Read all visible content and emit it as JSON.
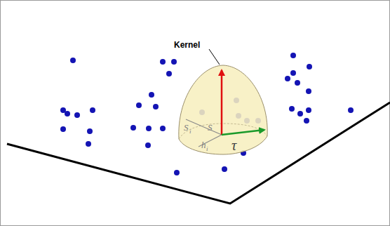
{
  "diagram": {
    "labels": [
      "Kernel",
      "S",
      "S",
      "i",
      "h",
      "i",
      "τ"
    ]
  }
}
